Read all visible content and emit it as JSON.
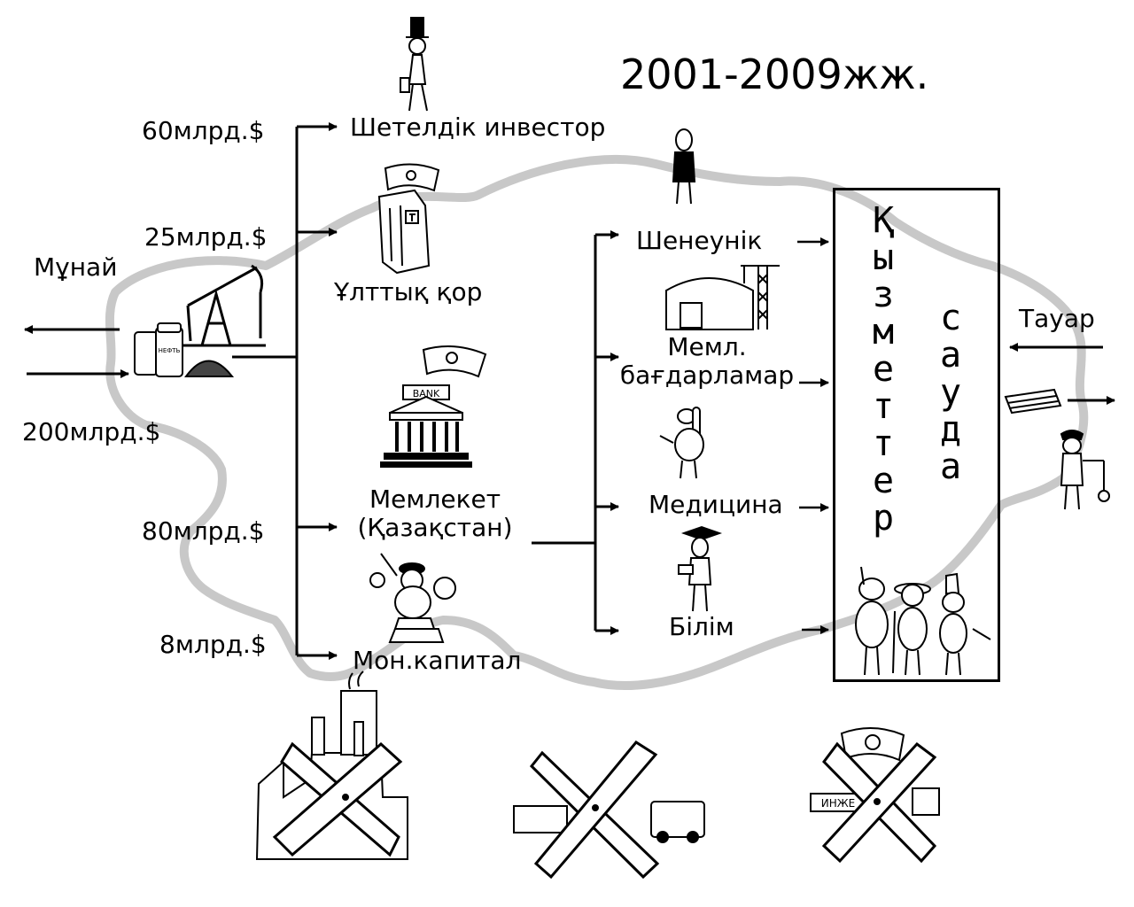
{
  "title": "2001-2009жж.",
  "left": {
    "oil_label": "Мұнай",
    "income_label": "200млрд.$"
  },
  "branches": [
    {
      "amount": "60млрд.$",
      "recipient": "Шетелдік инвестор"
    },
    {
      "amount": "25млрд.$",
      "recipient": "Ұлттық қор"
    },
    {
      "amount": "80млрд.$",
      "recipient_line1": "Мемлекет",
      "recipient_line2": "(Қазақстан)"
    },
    {
      "amount": "8млрд.$",
      "recipient": "Мон.капитал"
    }
  ],
  "state_branches": [
    {
      "label": "Шенеунік"
    },
    {
      "label_line1": "Мемл.",
      "label_line2": "бағдарламар"
    },
    {
      "label": "Медицина"
    },
    {
      "label": "Білім"
    }
  ],
  "sector_box": {
    "col1": [
      "Қ",
      "ы",
      "з",
      "м",
      "е",
      "т",
      "т",
      "е",
      "р"
    ],
    "col2": [
      "с",
      "а",
      "у",
      "д",
      "а"
    ]
  },
  "right": {
    "goods_label": "Тауар"
  },
  "icons": [
    "investor-figure-icon",
    "flag-icon",
    "tower-building-icon",
    "bank-building-icon",
    "oil-pump-icon",
    "oil-barrels-icon",
    "capitalist-money-bags-icon",
    "official-figure-icon",
    "warehouse-crane-icon",
    "doctor-thermometer-icon",
    "graduate-student-icon",
    "workers-group-icon",
    "money-stack-icon",
    "police-officer-icon",
    "crossed-factory-icon",
    "crossed-agriculture-icon",
    "crossed-engineering-icon",
    "kazakhstan-map-outline"
  ]
}
